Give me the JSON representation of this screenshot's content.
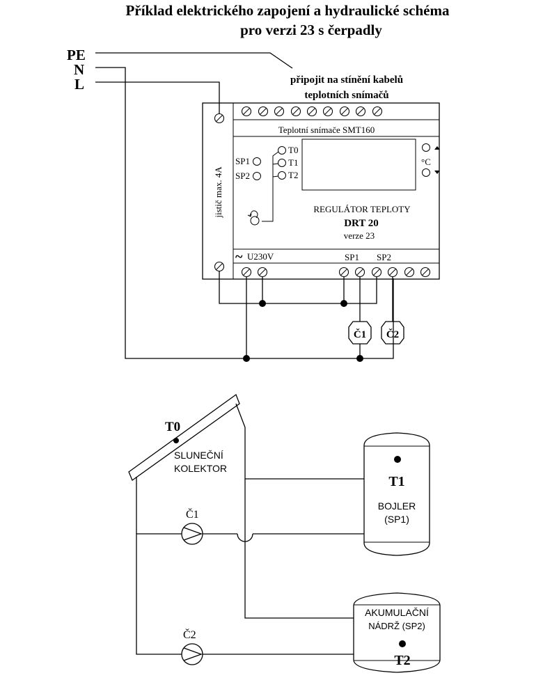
{
  "title": {
    "line1": "Příklad elektrického zapojení a hydraulické schéma",
    "line2": "pro verzi 23 s čerpadly"
  },
  "mains": {
    "pe": "PE",
    "n": "N",
    "l": "L"
  },
  "note": {
    "line1": "připojit na stínění kabelů",
    "line2": "teplotních snímačů"
  },
  "controller": {
    "sensors_label": "Teplotní snímače SMT160",
    "breaker_label": "jistič max. 4A",
    "sp1": "SP1",
    "sp2": "SP2",
    "t0": "T0",
    "t1": "T1",
    "t2": "T2",
    "unit": "°C",
    "name_line1": "REGULÁTOR TEPLOTY",
    "name_line2": "DRT 20",
    "name_line3": "verze 23",
    "power_symbol": "~",
    "power_label": "U230V",
    "out_sp1": "SP1",
    "out_sp2": "SP2"
  },
  "pumps": {
    "c1": "Č1",
    "c2": "Č2"
  },
  "hydraulic": {
    "t0": "T0",
    "collector_line1": "SLUNEČNÍ",
    "collector_line2": "KOLEKTOR",
    "c1": "Č1",
    "c2": "Č2",
    "t1": "T1",
    "boiler_line1": "BOJLER",
    "boiler_line2": "(SP1)",
    "tank_line1": "AKUMULAČNÍ",
    "tank_line2": "NÁDRŽ  (SP2)",
    "t2": "T2"
  }
}
